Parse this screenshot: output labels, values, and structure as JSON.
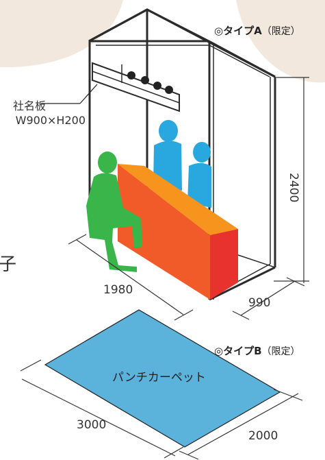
{
  "type_a": {
    "label": "◎タイプA",
    "qualifier": "（限定）"
  },
  "type_b": {
    "label": "◎タイプB",
    "qualifier": "（限定）"
  },
  "signboard": {
    "line1": "社名板",
    "line2": "W900×H200"
  },
  "dimensions": {
    "height": "2400",
    "width_a": "1980",
    "depth_a": "990",
    "width_b": "3000",
    "depth_b": "2000"
  },
  "carpet_label": "パンチカーペット",
  "partial_edge_char": "子",
  "colors": {
    "frame": "#2b2b2b",
    "counter_top": "#f7941d",
    "counter_front": "#f15a29",
    "counter_side": "#e03a2d",
    "person_front": "#39b54a",
    "person_back": "#29a8e0",
    "carpet": "#5bb3dc",
    "corner_blob": "#f2e6da"
  },
  "icons": [
    "seated-person-icon",
    "standing-person-icon"
  ]
}
